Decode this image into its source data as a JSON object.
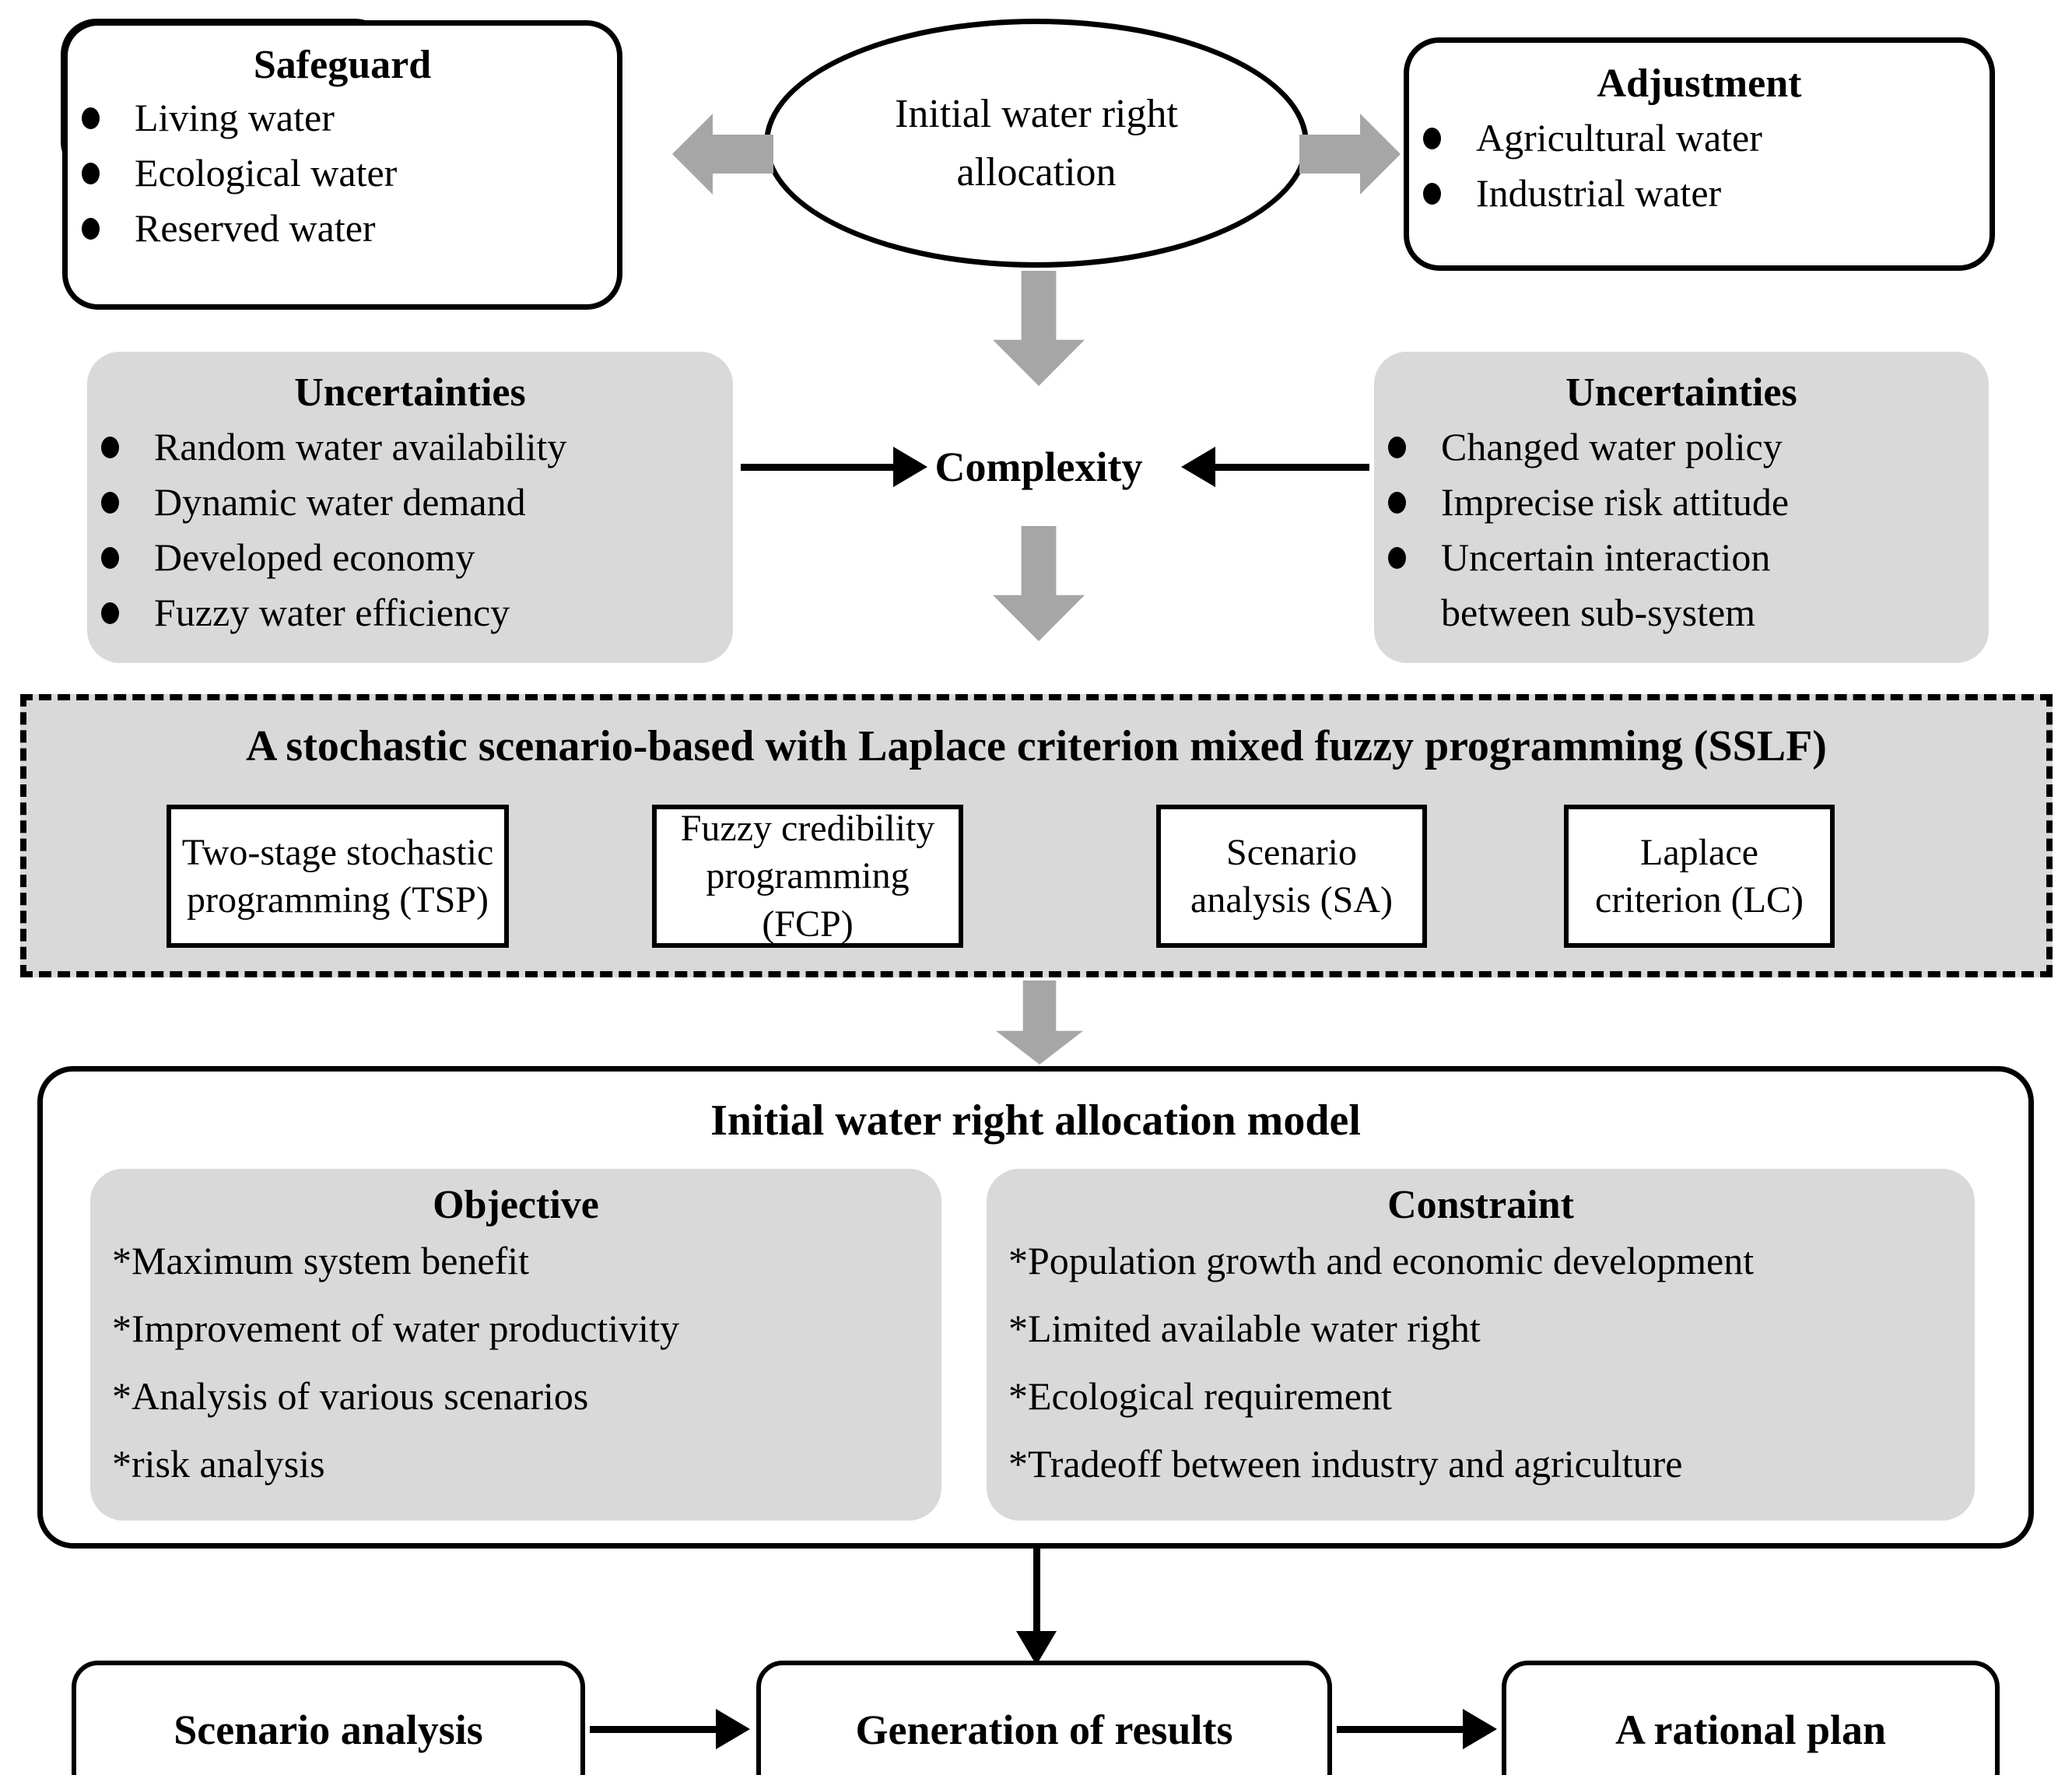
{
  "colors": {
    "gray_fill": "#d9d9d9",
    "gray_arrow": "#a6a6a6",
    "outline": "#000000",
    "background": "#ffffff"
  },
  "safeguard": {
    "title": "Safeguard",
    "items": [
      "Living water",
      "Ecological water",
      "Reserved water"
    ]
  },
  "center_ellipse": {
    "line1": "Initial water right",
    "line2": "allocation"
  },
  "adjustment": {
    "title": "Adjustment",
    "items": [
      "Agricultural water",
      "Industrial water"
    ]
  },
  "uncertainties_left": {
    "title": "Uncertainties",
    "items": [
      "Random water availability",
      "Dynamic water demand",
      "Developed economy",
      "Fuzzy water efficiency"
    ]
  },
  "uncertainties_right": {
    "title": "Uncertainties",
    "items": [
      "Changed water policy",
      "Imprecise risk attitude",
      "Uncertain interaction",
      "between sub-system"
    ]
  },
  "complexity": {
    "label": "Complexity"
  },
  "sslf": {
    "title": "A stochastic scenario-based with Laplace criterion mixed fuzzy programming (SSLF)",
    "methods": [
      {
        "line1": "Two-stage stochastic",
        "line2": "programming (TSP)"
      },
      {
        "line1": "Fuzzy credibility",
        "line2": "programming (FCP)"
      },
      {
        "line1": "Scenario",
        "line2": "analysis (SA)"
      },
      {
        "line1": "Laplace",
        "line2": "criterion (LC)"
      }
    ]
  },
  "model": {
    "title": "Initial water right allocation model",
    "objective": {
      "title": "Objective",
      "items": [
        "*Maximum system benefit",
        "*Improvement of water productivity",
        "*Analysis of various scenarios",
        "*risk analysis"
      ]
    },
    "constraint": {
      "title": "Constraint",
      "items": [
        "*Population growth and economic development",
        "*Limited available water right",
        "*Ecological requirement",
        "*Tradeoff between industry and agriculture"
      ]
    }
  },
  "bottom_row": {
    "scenario_analysis": "Scenario analysis",
    "generation_of_results": "Generation of results",
    "rational_plan": "A rational plan"
  }
}
